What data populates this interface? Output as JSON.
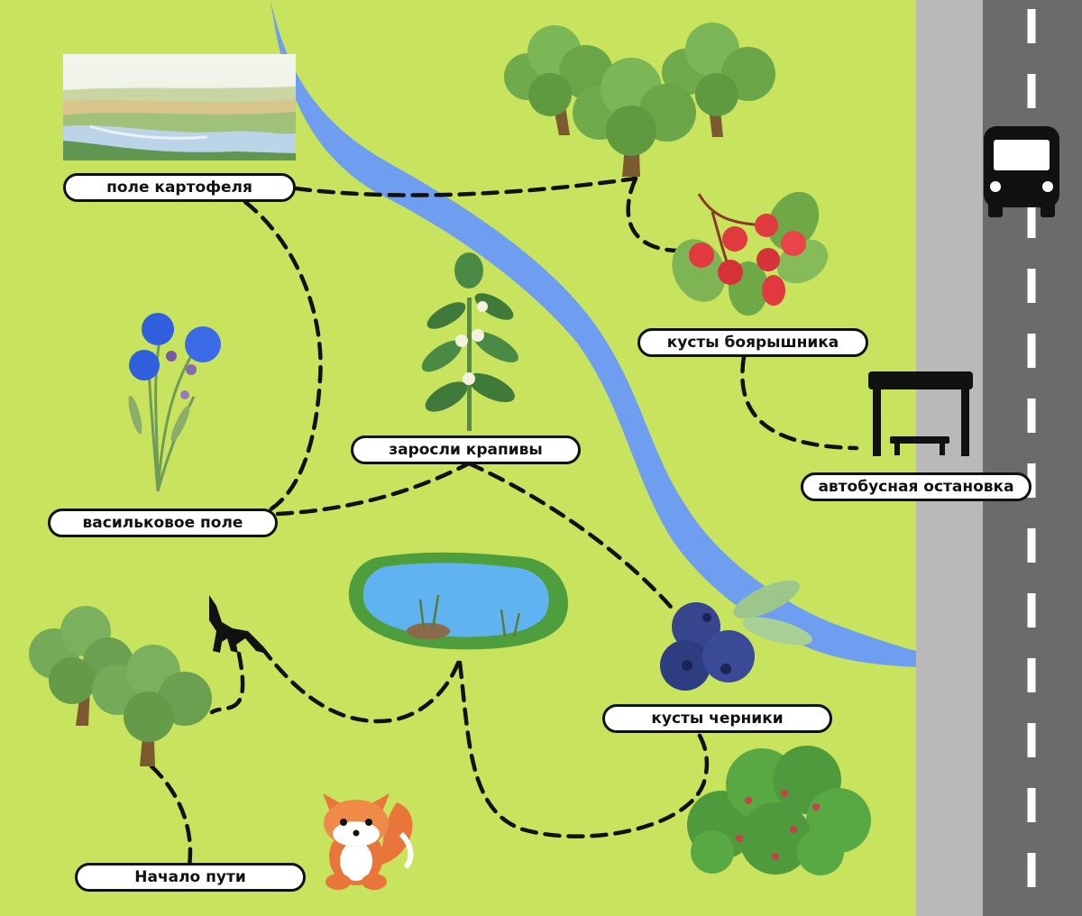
{
  "labels": {
    "potato_field": "поле картофеля",
    "hawthorn_bushes": "кусты боярышника",
    "bus_stop": "автобусная остановка",
    "nettle_thicket": "заросли крапивы",
    "cornflower_field": "васильковое поле",
    "blueberry_bushes": "кусты черники",
    "path_start": "Начало пути"
  },
  "icons": [
    "field-landscape-icon",
    "tree-grove-icon",
    "hawthorn-berries-icon",
    "bus-icon",
    "bus-stop-shelter-icon",
    "nettle-plant-icon",
    "cornflower-bouquet-icon",
    "pond-icon",
    "wolf-icon",
    "blueberries-icon",
    "berry-bush-icon",
    "tree-pair-icon",
    "fox-icon",
    "river",
    "road"
  ],
  "colors": {
    "grass": "#c8e45e",
    "river": "#6f9ef0",
    "road_asphalt": "#6b6b6b",
    "road_shoulder": "#b9b9b9",
    "path_line": "#111111",
    "label_fill": "#ffffff"
  }
}
